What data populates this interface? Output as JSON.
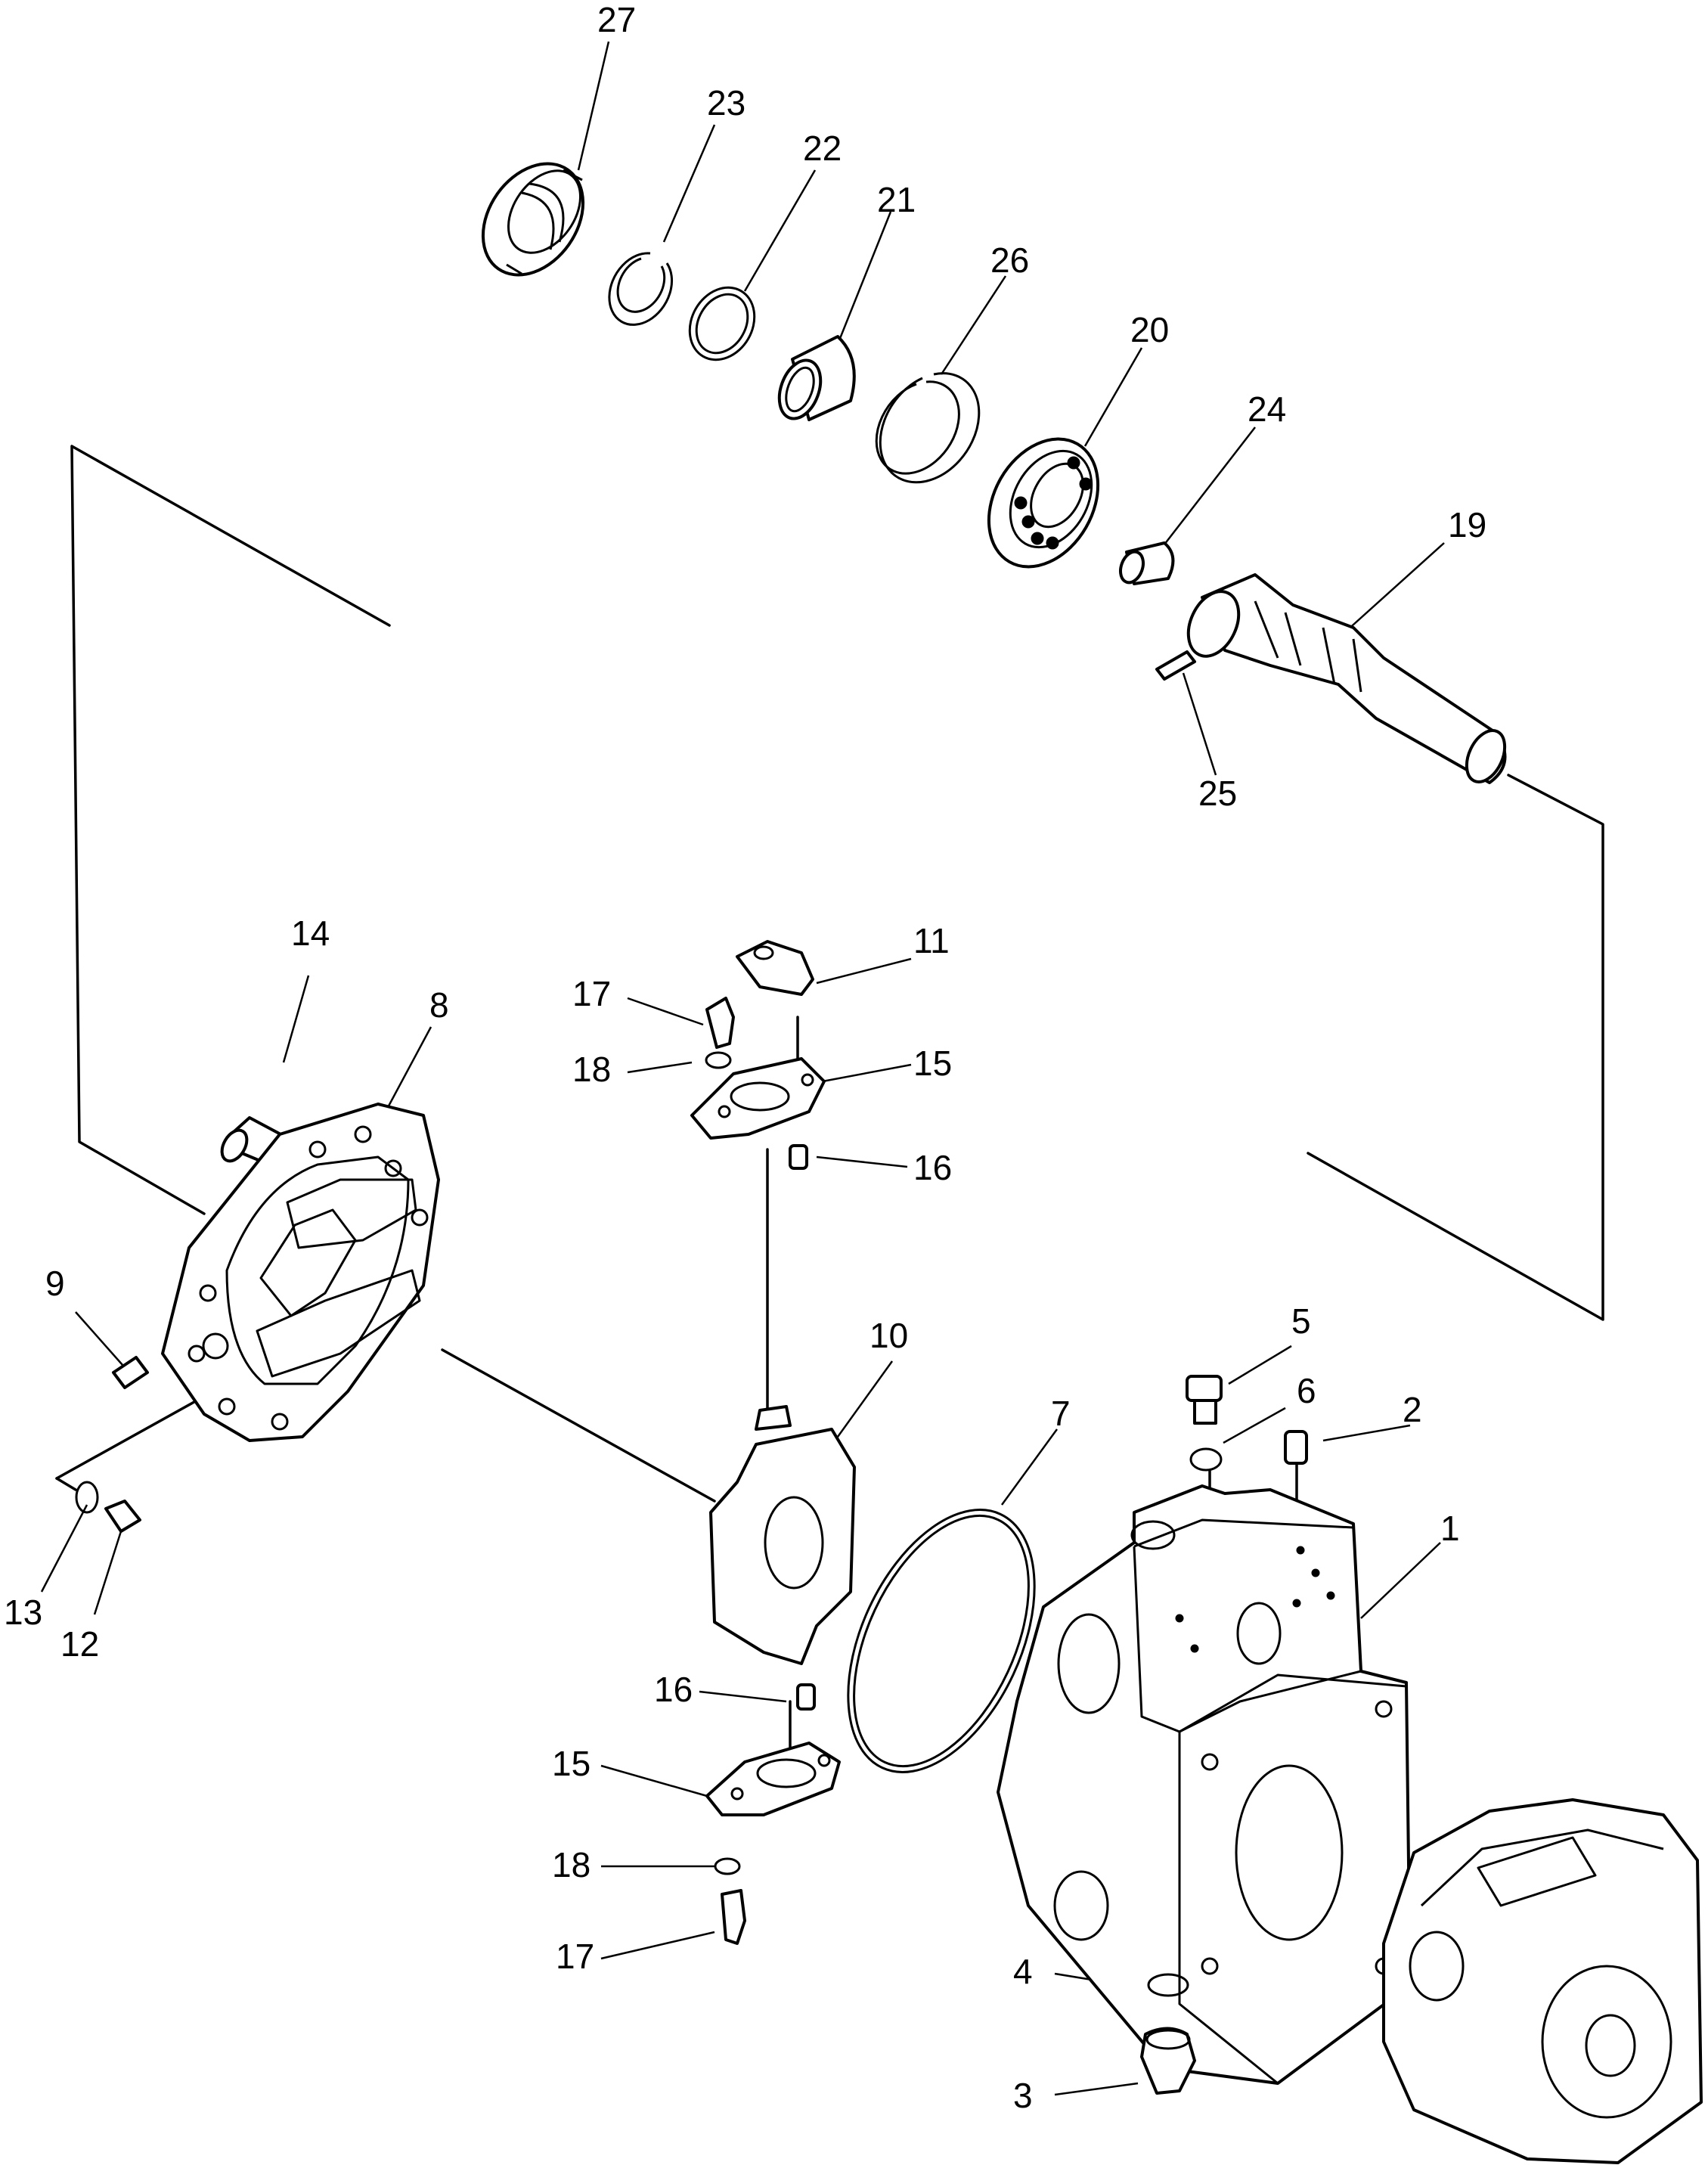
{
  "callouts": [
    {
      "id": "c27",
      "label": "27"
    },
    {
      "id": "c23",
      "label": "23"
    },
    {
      "id": "c22",
      "label": "22"
    },
    {
      "id": "c21",
      "label": "21"
    },
    {
      "id": "c26",
      "label": "26"
    },
    {
      "id": "c20",
      "label": "20"
    },
    {
      "id": "c24",
      "label": "24"
    },
    {
      "id": "c19",
      "label": "19"
    },
    {
      "id": "c25",
      "label": "25"
    },
    {
      "id": "c14",
      "label": "14"
    },
    {
      "id": "c8",
      "label": "8"
    },
    {
      "id": "c11",
      "label": "11"
    },
    {
      "id": "c17a",
      "label": "17"
    },
    {
      "id": "c15a",
      "label": "15"
    },
    {
      "id": "c18a",
      "label": "18"
    },
    {
      "id": "c16a",
      "label": "16"
    },
    {
      "id": "c9",
      "label": "9"
    },
    {
      "id": "c10",
      "label": "10"
    },
    {
      "id": "c5",
      "label": "5"
    },
    {
      "id": "c6",
      "label": "6"
    },
    {
      "id": "c2",
      "label": "2"
    },
    {
      "id": "c7",
      "label": "7"
    },
    {
      "id": "c1",
      "label": "1"
    },
    {
      "id": "c13",
      "label": "13"
    },
    {
      "id": "c12",
      "label": "12"
    },
    {
      "id": "c16b",
      "label": "16"
    },
    {
      "id": "c15b",
      "label": "15"
    },
    {
      "id": "c18b",
      "label": "18"
    },
    {
      "id": "c17b",
      "label": "17"
    },
    {
      "id": "c4",
      "label": "4"
    },
    {
      "id": "c3",
      "label": "3"
    }
  ]
}
